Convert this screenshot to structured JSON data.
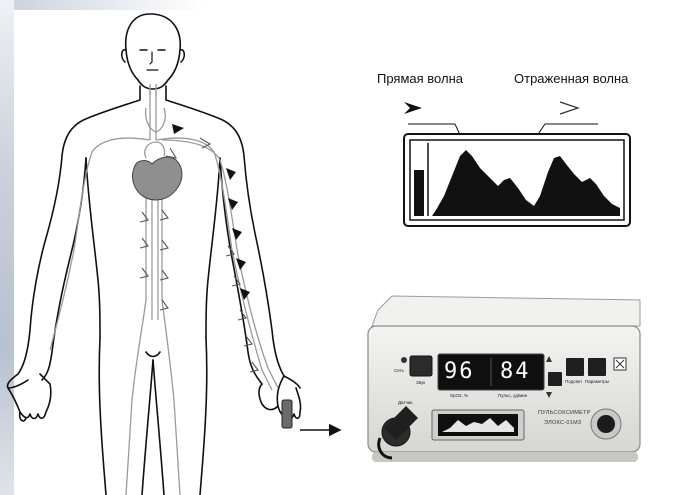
{
  "waveform": {
    "direct_label": "Прямая волна",
    "reflected_label": "Отраженная волна"
  },
  "device": {
    "spo2_value": "96",
    "pulse_value": "84",
    "spo2_caption": "SpO2, %",
    "pulse_caption": "Пульс, уд/мин",
    "sensor_caption": "Датчик",
    "power_caption": "Сеть",
    "sound_caption": "Звук",
    "freeze_caption": "Подсвет",
    "params_caption": "Параметры",
    "brand_line1": "ПУЛЬСОКСИМЕТР",
    "brand_line2": "ЭЛОКС-01М3"
  },
  "colors": {
    "outline": "#111111",
    "vessel": "#9a9a9a",
    "heart": "#8f8f8f",
    "device_body": "#e6e6e4",
    "display": "#111111"
  }
}
